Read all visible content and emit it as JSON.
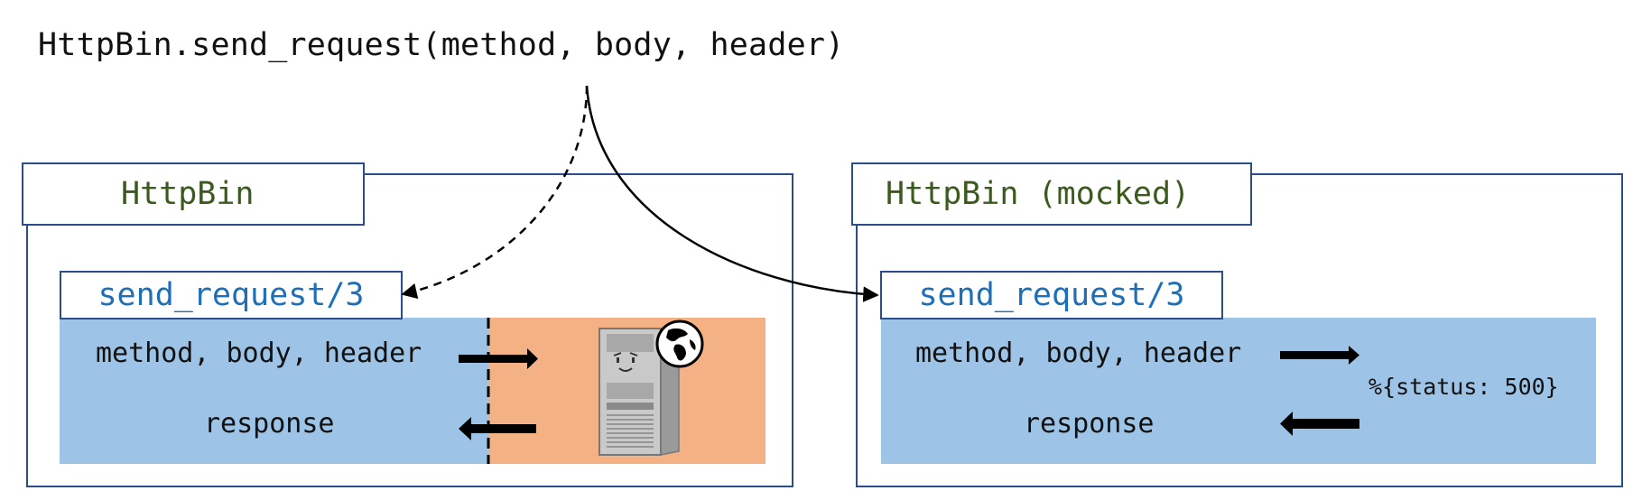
{
  "call_signature": "HttpBin.send_request(method, body, header)",
  "left_panel": {
    "title": "HttpBin",
    "function_label": "send_request/3",
    "input_label": "method, body, header",
    "output_label": "response",
    "icons": [
      "server-icon",
      "globe-icon"
    ]
  },
  "right_panel": {
    "title": "HttpBin (mocked)",
    "function_label": "send_request/3",
    "input_label": "method, body, header",
    "output_label": "response",
    "mock_response": "%{status: 500}"
  },
  "colors": {
    "frame": "#2d4d8a",
    "title_text": "#3b5a1e",
    "function_text": "#1d6fb8",
    "box_blue": "#9dc3e6",
    "box_orange": "#f4b183"
  }
}
